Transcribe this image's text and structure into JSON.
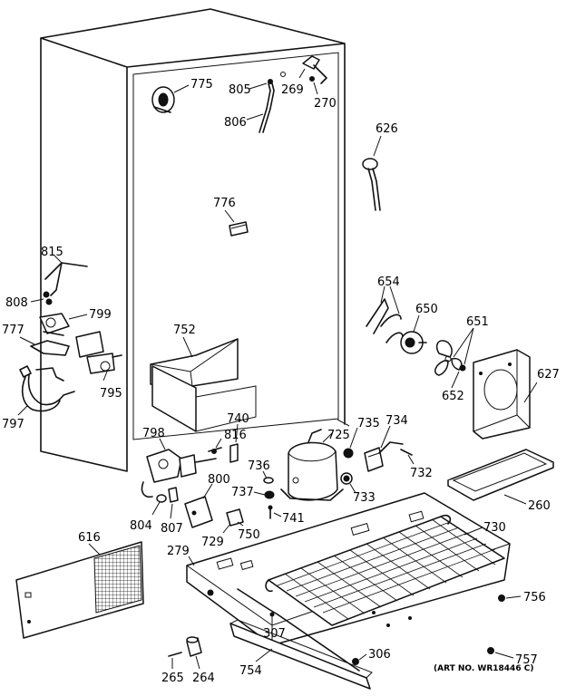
{
  "labels": {
    "p775": "775",
    "p805": "805",
    "p269": "269",
    "p270": "270",
    "p806": "806",
    "p626": "626",
    "p776": "776",
    "p815": "815",
    "p808": "808",
    "p799": "799",
    "p777": "777",
    "p795": "795",
    "p797": "797",
    "p752": "752",
    "p654": "654",
    "p650": "650",
    "p651": "651",
    "p652": "652",
    "p627": "627",
    "p798": "798",
    "p816": "816",
    "p740": "740",
    "p735": "735",
    "p734": "734",
    "p725": "725",
    "p732": "732",
    "p736": "736",
    "p737": "737",
    "p741": "741",
    "p733": "733",
    "p800": "800",
    "p804": "804",
    "p807": "807",
    "p729": "729",
    "p750": "750",
    "p260": "260",
    "p730": "730",
    "p616": "616",
    "p279": "279",
    "p756": "756",
    "p307": "307",
    "p306": "306",
    "p757": "757",
    "p754": "754",
    "p265": "265",
    "p264": "264"
  },
  "art_number": "(ART NO. WR18446 C)"
}
